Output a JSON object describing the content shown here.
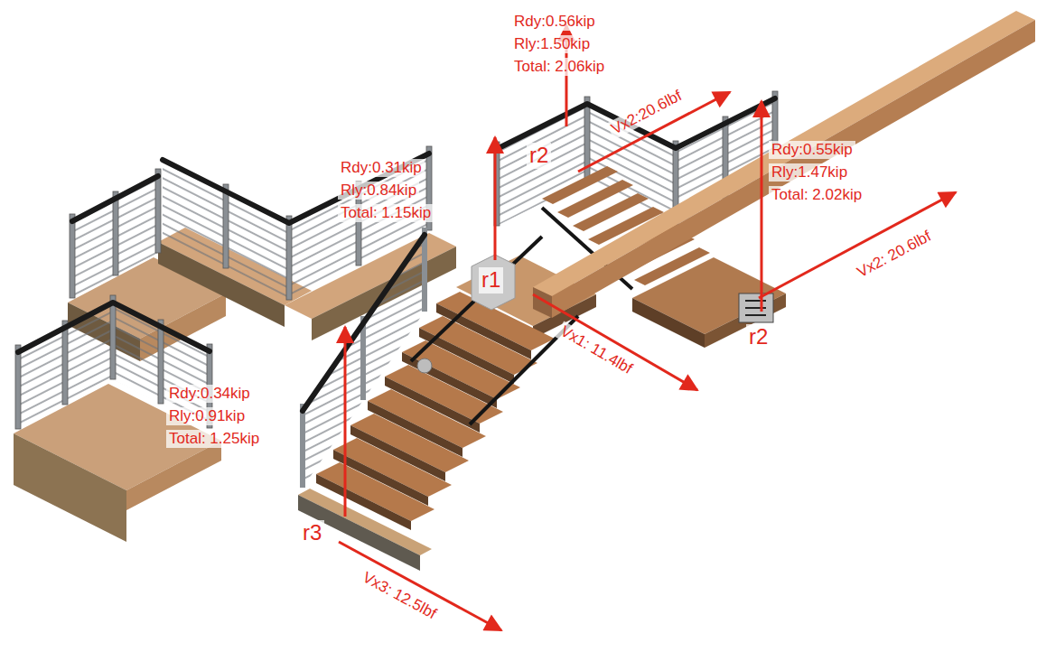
{
  "diagram": {
    "labels": [
      "Rdy:0.56kip",
      "Rly:1.50kip",
      "Total: 2.06kip",
      "Vx2:20.6lbf",
      "r2",
      "Rdy:0.55kip",
      "Rly:1.47kip",
      "Total: 2.02kip",
      "Vx2: 20.6lbf",
      "r2",
      "Rdy:0.31kip",
      "Rly:0.84kip",
      "Total: 1.15kip",
      "r1",
      "Vx1: 11.4lbf",
      "Rdy:0.34kip",
      "Rly:0.91kip",
      "Total: 1.25kip",
      "r3",
      "Vx3: 12.5lbf"
    ]
  }
}
